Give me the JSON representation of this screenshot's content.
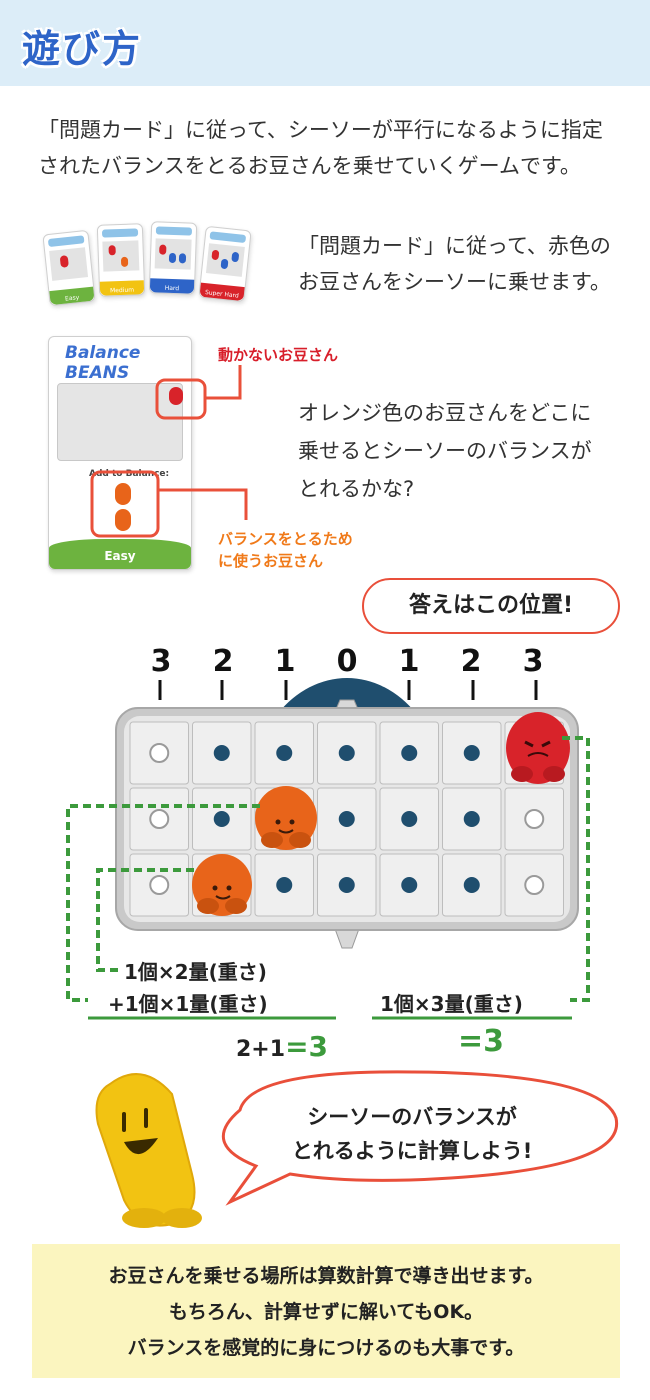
{
  "header": {
    "title": "遊び方"
  },
  "intro": {
    "line1": "「問題カード」に従って、シーソーが平行になるように指定",
    "line2": "されたバランスをとるお豆さんを乗せていくゲームです。"
  },
  "step1": {
    "line1": "「問題カード」に従って、赤色の",
    "line2": "お豆さんをシーソーに乗せます。"
  },
  "card_sample": {
    "logo": "Balance BEANS",
    "add_label": "Add to Balance:",
    "level": "Easy",
    "mini_levels": [
      "Easy",
      "Medium",
      "Hard",
      "Super Hard"
    ]
  },
  "labels": {
    "fixed_bean": "動かないお豆さん",
    "balance_bean_line1": "バランスをとるため",
    "balance_bean_line2": "に使うお豆さん"
  },
  "step2": {
    "line1": "オレンジ色のお豆さんをどこに",
    "line2": "乗せるとシーソーのバランスが",
    "line3": "とれるかな?"
  },
  "answer_label": "答えはこの位置!",
  "seesaw": {
    "positions": [
      "3",
      "2",
      "1",
      "0",
      "1",
      "2",
      "3"
    ]
  },
  "formula": {
    "left_line1": "1個×2量(重さ)",
    "left_line2": "+1個×1量(重さ)",
    "left_sum_prefix": "2+1",
    "left_sum_result": "=3",
    "right_line1": "1個×3量(重さ)",
    "right_result": "=3"
  },
  "bubble": {
    "line1": "シーソーのバランスが",
    "line2": "とれるように計算しよう!"
  },
  "note": {
    "line1": "お豆さんを乗せる場所は算数計算で導き出せます。",
    "line2": "もちろん、計算せずに解いてもOK。",
    "line3": "バランスを感覚的に身につけるのも大事です。"
  },
  "colors": {
    "header_bg": "#dcedf8",
    "title_blue": "#2e64c8",
    "red_bean": "#d8232a",
    "orange_bean": "#e8641a",
    "yellow_bean": "#f2c312",
    "green": "#3c9a3c",
    "note_bg": "#fbf5bf"
  }
}
